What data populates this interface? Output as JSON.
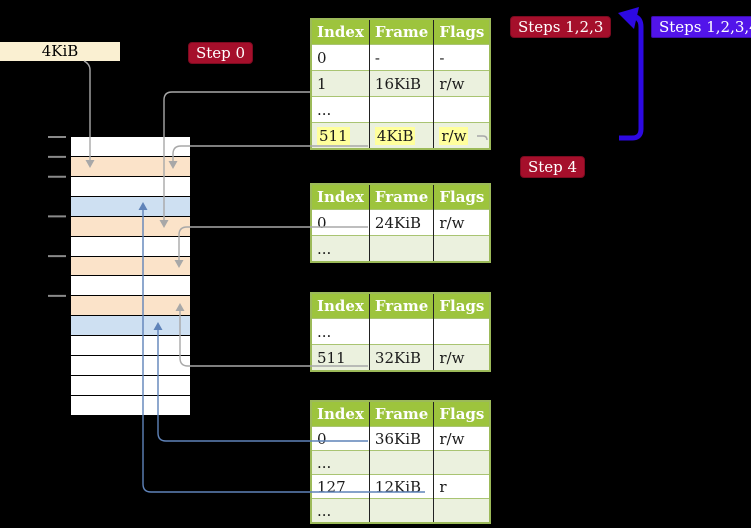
{
  "labels": {
    "page_size": "4KiB",
    "step0": "Step 0",
    "steps123": "Steps 1,2,3",
    "steps1234": "Steps 1,2,3,4",
    "step4": "Step 4"
  },
  "tables": [
    {
      "name": "page-table-1",
      "headers": [
        "Index",
        "Frame",
        "Flags"
      ],
      "rows": [
        {
          "cells": [
            "0",
            "-",
            "-"
          ],
          "shaded": false,
          "highlight": false
        },
        {
          "cells": [
            "1",
            "16KiB",
            "r/w"
          ],
          "shaded": true,
          "highlight": false
        },
        {
          "cells": [
            "...",
            "",
            ""
          ],
          "shaded": false,
          "highlight": false
        },
        {
          "cells": [
            "511",
            "4KiB",
            "r/w"
          ],
          "shaded": true,
          "highlight": true
        }
      ]
    },
    {
      "name": "page-table-2",
      "headers": [
        "Index",
        "Frame",
        "Flags"
      ],
      "rows": [
        {
          "cells": [
            "0",
            "24KiB",
            "r/w"
          ],
          "shaded": false,
          "highlight": false
        },
        {
          "cells": [
            "...",
            "",
            ""
          ],
          "shaded": true,
          "highlight": false
        }
      ]
    },
    {
      "name": "page-table-3",
      "headers": [
        "Index",
        "Frame",
        "Flags"
      ],
      "rows": [
        {
          "cells": [
            "...",
            "",
            ""
          ],
          "shaded": false,
          "highlight": false
        },
        {
          "cells": [
            "511",
            "32KiB",
            "r/w"
          ],
          "shaded": true,
          "highlight": false
        }
      ]
    },
    {
      "name": "page-table-4",
      "headers": [
        "Index",
        "Frame",
        "Flags"
      ],
      "rows": [
        {
          "cells": [
            "0",
            "36KiB",
            "r/w"
          ],
          "shaded": false,
          "highlight": false
        },
        {
          "cells": [
            "...",
            "",
            ""
          ],
          "shaded": true,
          "highlight": false
        },
        {
          "cells": [
            "127",
            "12KiB",
            "r"
          ],
          "shaded": false,
          "highlight": false
        },
        {
          "cells": [
            "...",
            "",
            ""
          ],
          "shaded": true,
          "highlight": false
        }
      ]
    }
  ],
  "memory_column": {
    "cells": [
      "white",
      "peach",
      "white",
      "blue",
      "peach",
      "white",
      "peach",
      "white",
      "peach",
      "blue",
      "white",
      "white",
      "white",
      "white"
    ],
    "ticks_at_cell_tops": [
      0,
      1,
      2,
      4,
      6,
      8
    ]
  },
  "colors": {
    "background": "#000000",
    "beige_box": "#FAF0D2",
    "red_badge": "#A50F2B",
    "violet_badge": "#5214EA",
    "big_arrow": "#2D09E2",
    "header_green": "#9DC43D",
    "row_shaded": "#EBF1DE",
    "table_border": "#9CBA59",
    "row_border": "#A9C472",
    "highlight_yellow": "#FFFF9C",
    "peach": "#FBE3C9",
    "light_blue": "#CEE0F2",
    "connector_gray": "#A8A8A8",
    "connector_blue": "#5F83B9",
    "tick_gray": "#8A8A8A"
  }
}
